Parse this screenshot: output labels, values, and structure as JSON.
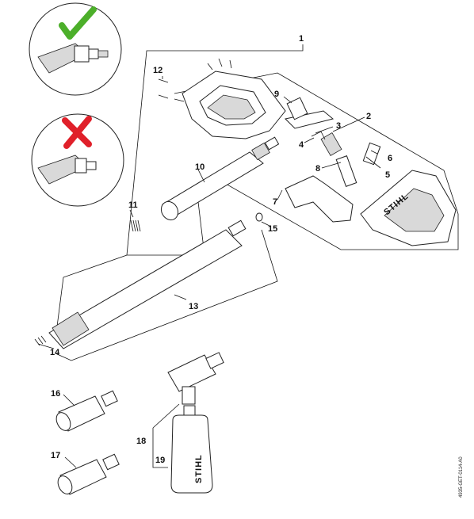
{
  "diagram": {
    "callouts": [
      "1",
      "2",
      "3",
      "4",
      "5",
      "6",
      "7",
      "8",
      "9",
      "10",
      "11",
      "12",
      "13",
      "14",
      "15",
      "16",
      "17",
      "18",
      "19"
    ],
    "brand_text": "STIHL",
    "drawing_code": "4935-GET-0114-A0",
    "correct_mark": "check-mark",
    "wrong_mark": "cross-mark",
    "colors": {
      "check": "#4caf2a",
      "cross": "#e0202a"
    }
  }
}
